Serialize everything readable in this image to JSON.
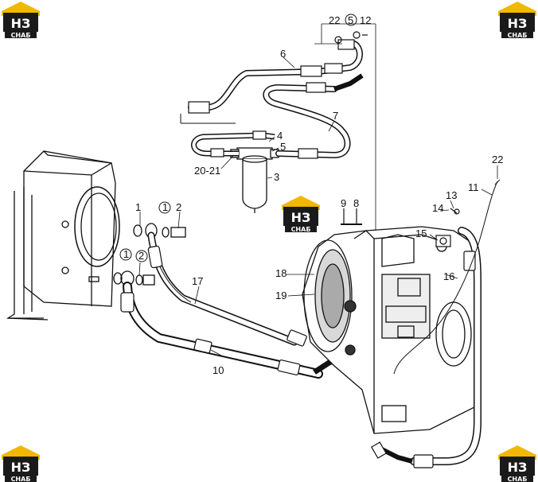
{
  "logo": {
    "mark": "НЗ",
    "caption": "СНАБ",
    "colors": {
      "roof": "#f2b700",
      "box": "#1a1a1a",
      "mark": "#ffffff"
    }
  },
  "callouts": {
    "c1": "1",
    "c2": "2",
    "c3": "3",
    "c4": "4",
    "c5": "5",
    "c6": "6",
    "c7": "7",
    "c8": "8",
    "c9": "9",
    "c10": "10",
    "c11": "11",
    "c12": "12",
    "c13": "13",
    "c14": "14",
    "c15": "15",
    "c16": "16",
    "c17": "17",
    "c18": "18",
    "c19": "19",
    "c20_21": "20-21",
    "c22a": "22",
    "c22b": "22",
    "c5b": "5",
    "washer1a": "1",
    "washer1b": "1",
    "washer2b": "2"
  }
}
